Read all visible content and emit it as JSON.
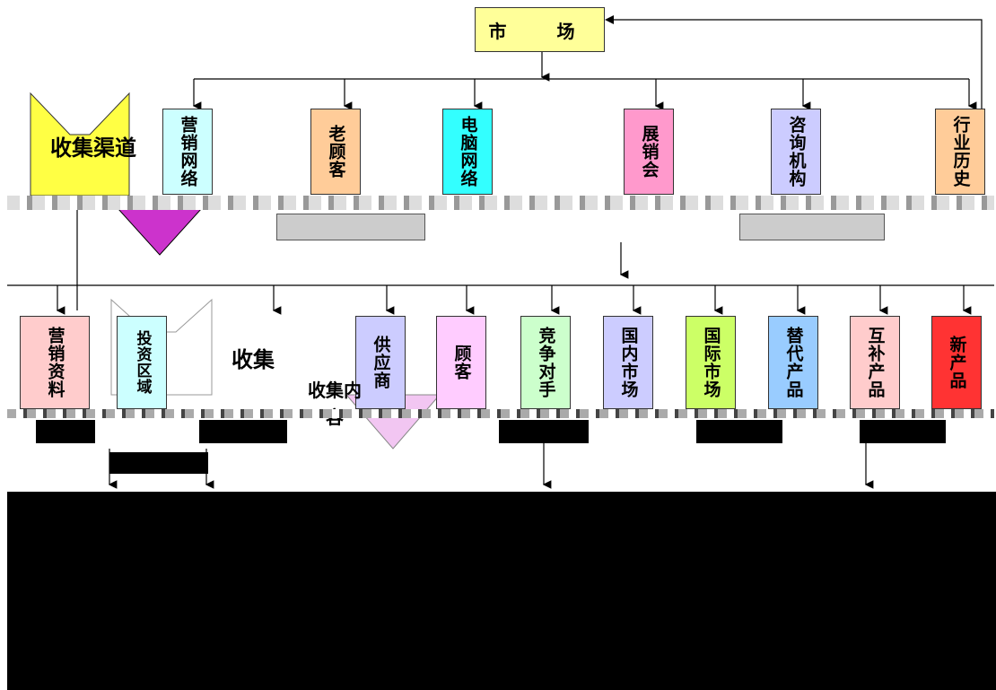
{
  "root": {
    "label": "市　场"
  },
  "top_row": [
    {
      "label": "营销网络",
      "fill": "#ccffff"
    },
    {
      "label": "老顾客",
      "fill": "#ffcc99"
    },
    {
      "label": "电脑网络",
      "fill": "#33ffff"
    },
    {
      "label": "展销会",
      "fill": "#ff99cc"
    },
    {
      "label": "咨询机构",
      "fill": "#ccccff"
    },
    {
      "label": "行业历史",
      "fill": "#ffcc99"
    }
  ],
  "left_banner": {
    "label": "收集渠道",
    "fill": "#ff66ff"
  },
  "bottom_row": [
    {
      "label": "营销资料",
      "fill": "#ffcccc"
    },
    {
      "label": "投资区域",
      "fill": "#ccffff"
    },
    {
      "label": "收集",
      "fill": "#ffffcc"
    },
    {
      "label": "供应商",
      "fill": "#ccccff"
    },
    {
      "label": "顾客",
      "fill": "#ffccff"
    },
    {
      "label": "竞争对手",
      "fill": "#ccffcc"
    },
    {
      "label": "国内市场",
      "fill": "#ccccff"
    },
    {
      "label": "国际市场",
      "fill": "#ccff66"
    },
    {
      "label": "替代产品",
      "fill": "#99ccff"
    },
    {
      "label": "互补产品",
      "fill": "#ffcccc"
    },
    {
      "label": "新产品",
      "fill": "#ff3333"
    }
  ],
  "center_banner": {
    "label": "收集内容"
  },
  "colors": {
    "line": "#000000",
    "root_fill": "#ffff99",
    "banner_fill": "#cc66ff"
  }
}
